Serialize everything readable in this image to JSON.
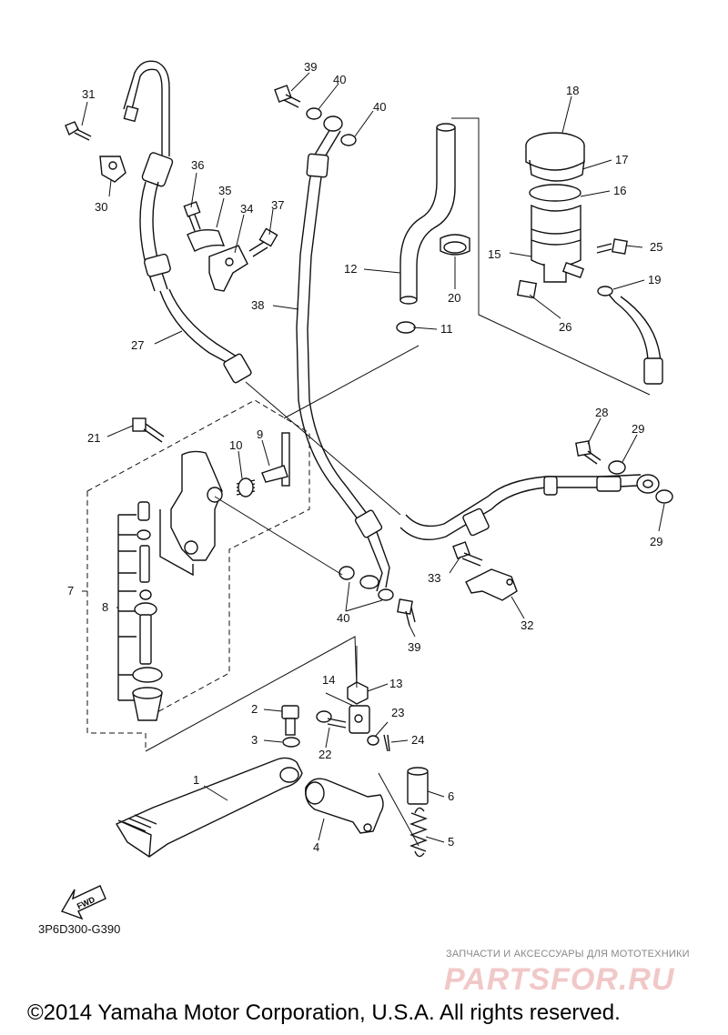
{
  "diagram": {
    "code": "3P6D300-G390",
    "fwd_label": "FWD",
    "copyright": "©2014 Yamaha Motor Corporation, U.S.A. All rights reserved.",
    "watermark": {
      "tagline": "ЗАПЧАСТИ И АКСЕССУАРЫ ДЛЯ МОТОТЕХНИКИ",
      "brand": "PARTSFOR.RU"
    },
    "callouts": [
      {
        "id": "c39a",
        "label": "39"
      },
      {
        "id": "c40a",
        "label": "40"
      },
      {
        "id": "c40b",
        "label": "40"
      },
      {
        "id": "c31",
        "label": "31"
      },
      {
        "id": "c30",
        "label": "30"
      },
      {
        "id": "c36",
        "label": "36"
      },
      {
        "id": "c35",
        "label": "35"
      },
      {
        "id": "c34",
        "label": "34"
      },
      {
        "id": "c37",
        "label": "37"
      },
      {
        "id": "c38",
        "label": "38"
      },
      {
        "id": "c27",
        "label": "27"
      },
      {
        "id": "c18",
        "label": "18"
      },
      {
        "id": "c17",
        "label": "17"
      },
      {
        "id": "c16",
        "label": "16"
      },
      {
        "id": "c15",
        "label": "15"
      },
      {
        "id": "c25",
        "label": "25"
      },
      {
        "id": "c19",
        "label": "19"
      },
      {
        "id": "c26",
        "label": "26"
      },
      {
        "id": "c12",
        "label": "12"
      },
      {
        "id": "c20",
        "label": "20"
      },
      {
        "id": "c11",
        "label": "11"
      },
      {
        "id": "c21",
        "label": "21"
      },
      {
        "id": "c9",
        "label": "9"
      },
      {
        "id": "c10",
        "label": "10"
      },
      {
        "id": "c28",
        "label": "28"
      },
      {
        "id": "c29a",
        "label": "29"
      },
      {
        "id": "c29b",
        "label": "29"
      },
      {
        "id": "c7",
        "label": "7"
      },
      {
        "id": "c8",
        "label": "8"
      },
      {
        "id": "c33",
        "label": "33"
      },
      {
        "id": "c32",
        "label": "32"
      },
      {
        "id": "c40c",
        "label": "40"
      },
      {
        "id": "c39b",
        "label": "39"
      },
      {
        "id": "c14",
        "label": "14"
      },
      {
        "id": "c13",
        "label": "13"
      },
      {
        "id": "c2",
        "label": "2"
      },
      {
        "id": "c23",
        "label": "23"
      },
      {
        "id": "c3",
        "label": "3"
      },
      {
        "id": "c22",
        "label": "22"
      },
      {
        "id": "c24",
        "label": "24"
      },
      {
        "id": "c1",
        "label": "1"
      },
      {
        "id": "c6",
        "label": "6"
      },
      {
        "id": "c4",
        "label": "4"
      },
      {
        "id": "c5",
        "label": "5"
      }
    ]
  }
}
